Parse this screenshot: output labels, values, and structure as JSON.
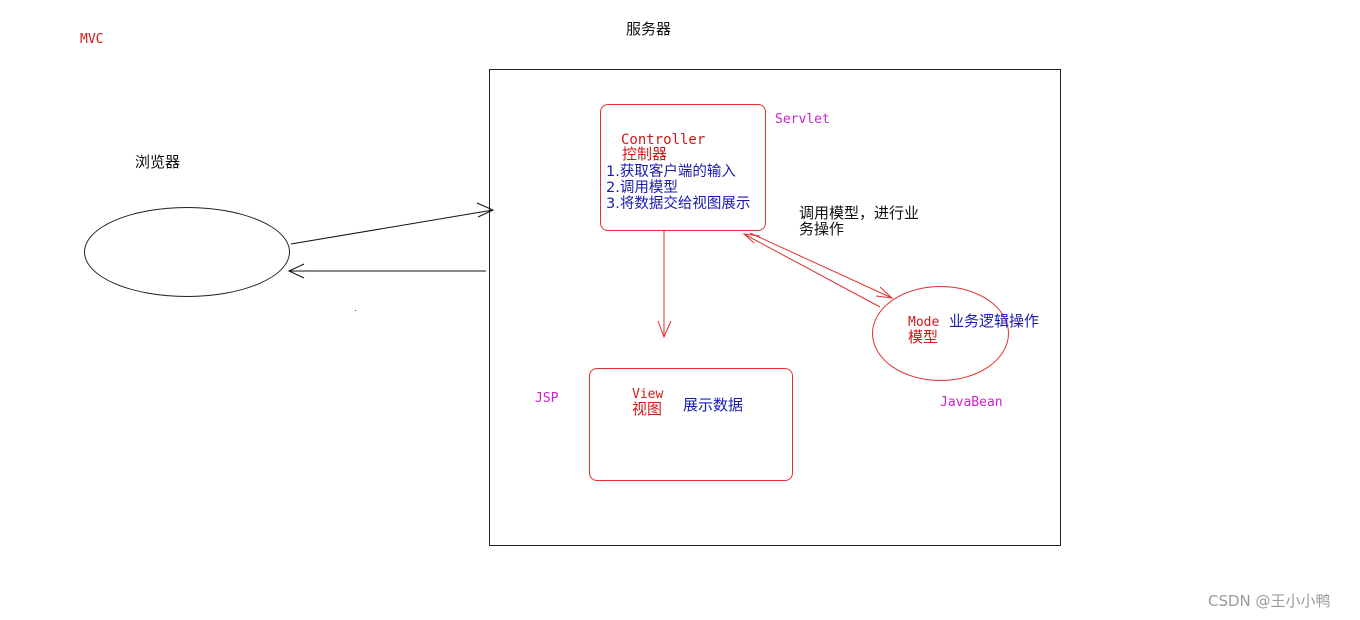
{
  "labels": {
    "mvc": "MVC",
    "server": "服务器",
    "browser": "浏览器",
    "servlet": "Servlet",
    "jsp": "JSP",
    "javabean": "JavaBean",
    "call_model_line1": "调用模型，进行业",
    "call_model_line2": "务操作",
    "dot": "."
  },
  "controller": {
    "title_en": "Controller",
    "title_cn": "控制器",
    "steps": [
      "1.获取客户端的输入",
      "2.调用模型",
      "3.将数据交给视图展示"
    ]
  },
  "view": {
    "title_en": "View",
    "title_cn": "视图",
    "desc": "展示数据"
  },
  "model": {
    "title_en": "Mode",
    "title_cn": "模型",
    "desc": "业务逻辑操作"
  },
  "watermark": "CSDN @王小小鸭",
  "colors": {
    "red": "#d01818",
    "magenta": "#cc22cc",
    "blue": "#1a1ab0",
    "black": "#111111"
  }
}
